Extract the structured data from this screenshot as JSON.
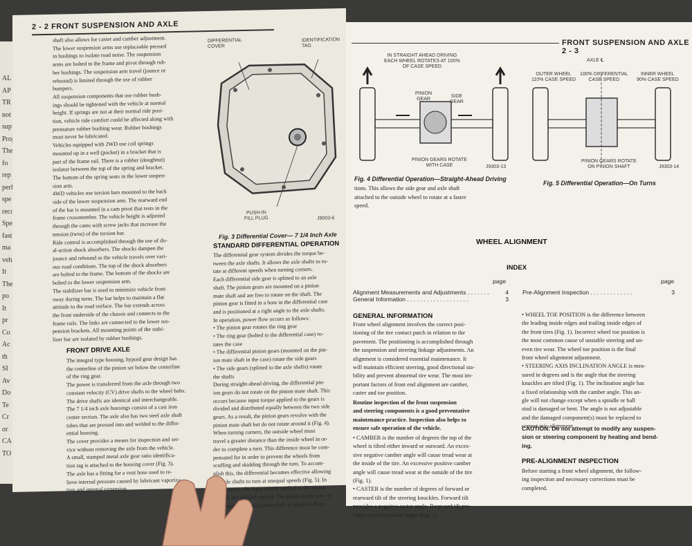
{
  "left_page": {
    "header": "2 - 2   FRONT SUSPENSION AND AXLE",
    "col1_a": "shaft also allows for caster and camber adjustment.\nThe lower suspension arms use replaceable pressed\nin bushings to isolate road noise. The suspension\narms are bolted to the frame and pivot through rub-\nber bushings. The suspension arm travel (jounce or\nrebound) is limited through the use of rubber\nbumpers.\n   All suspension components that use rubber bush-\nings should be tightened with the vehicle at normal\nheight. If springs are not at their normal ride posi-\ntion, vehicle ride comfort could be affected along with\npremature rubber bushing wear. Rubber bushings\nmust never be lubricated.\n   Vehicles equipped with 2WD use coil springs\nmounted up in a well (pocket) in a bracket that is\npart of the frame rail. There is a rubber (doughnut)\nisolator between the top of the spring and bracket.\nThe bottom of the spring seats in the lower suspen-\nsion arm.\n   4WD vehicles use torsion bars mounted to the back\nside of the lower suspension arm. The rearward end\nof the bar is mounted in a cam pivot that rests in the\nframe crossmember. The vehicle height is adjusted\nthrough the cams with screw jacks that increase the\ntension (twist) of the torsion bar.\n   Ride control is accomplished through the use of du-\nal-action shock absorbers. The shocks dampen the\njounce and rebound as the vehicle travels over vari-\nous road conditions. The top of the shock absorbers\nare bolted to the frame. The bottom of the shocks are\nbolted to the lower suspension arm.\n   The stabilizer bar is used to minimize vehicle from\nsway during turns. The bar helps to maintain a flat\nattitude to the road surface. The bar extends across\nthe front underside of the chassis and connects to the\nframe rails. The links are connected to the lower sus-\npension brackets. All mounting points of the stabi-\nlizer bar are isolated by rubber bushings.",
    "front_drive_head": "FRONT DRIVE AXLE",
    "col1_b": "   The integral type housing, hypoid gear design has\nthe centerline of the pinion set below the centerline\nof the ring gear.\n   The power is transferred from the axle through two\nconstant velocity (CV) drive shafts to the wheel hubs.\nThe drive shafts are identical and interchangeable.\n   The 7 1/4 inch axle housings consist of a cast iron\ncenter section. The axle also has two steel axle shaft\ntubes that are pressed into and welded to the differ-\nential housing.\n   The cover provides a means for inspection and ser-\nvice without removing the axle from the vehicle.\n   A small, stamped metal axle gear ratio identifica-\ntion tag is attached to the housing cover (Fig. 3).\n   The axle has a fitting for a vent hose used to re-\nlieve internal pressure caused by lubricant vaporiza-\ntion and internal expansion.",
    "fig3_labels": {
      "cover": "DIFFERENTIAL\nCOVER",
      "tag": "IDENTIFICATION\nTAG",
      "plug": "PUSH-IN\nFILL PLUG",
      "code": "J9003-6"
    },
    "fig3_caption": "Fig. 3 Differential Cover— 7 1/4 Inch Axle",
    "std_diff_head": "STANDARD DIFFERENTIAL OPERATION",
    "col2": "   The differential gear system divides the torque be-\ntween the axle shafts. It allows the axle shafts to ro-\ntate at different speeds when turning corners.\n   Each differential side gear is splined to an axle\nshaft. The pinion gears are mounted on a pinion\nmate shaft and are free to rotate on the shaft. The\npinion gear is fitted in a bore in the differential case\nand is positioned at a right angle to the axle shafts.\n   In operation, power flow occurs as follows:\n• The pinion gear rotates the ring gear\n• The ring gear (bolted to the differential case) ro-\ntates the case\n• The differential pinion gears (mounted on the pin-\nion mate shaft in the case) rotate the side gears\n• The side gears (splined to the axle shafts) rotate\nthe shafts\n   During straight-ahead driving, the differential pin-\nion gears do not rotate on the pinion mate shaft. This\noccurs because input torque applied to the gears is\ndivided and distributed equally between the two side\ngears. As a result, the pinion gears revolve with the\npinion mate shaft but do not rotate around it (Fig. 4).\n   When turning corners, the outside wheel must\ntravel a greater distance than the inside wheel in or-\nder to complete a turn. This difference must be com-\npensated for in order to prevent the wheels from\nscuffing and skidding through the turn. To accom-\nplish this, the differential becomes effective allowing\nthe axle shafts to turn at unequal speeds (Fig. 5). In\nthis instance, the input torque applied to the pinion\ngears is not divided equally. The pinion gears now ro-\ntate around the pinion mate shaft in opposite direc-"
  },
  "right_page": {
    "header": "FRONT SUSPENSION AND AXLE   2 - 3",
    "fig4_labels": {
      "top": "IN STRAIGHT AHEAD DRIVING\nEACH WHEEL ROTATES AT 100%\nOF CASE SPEED",
      "pinion": "PINION\nGEAR",
      "side": "SIDE\nGEAR",
      "bottom": "PINION GEARS ROTATE\nWITH CASE",
      "code": "J9303-13"
    },
    "fig4_caption": "Fig. 4 Differential Operation—Straight-Ahead Driving",
    "fig5_labels": {
      "axle": "AXLE ℄",
      "outer": "OUTER WHEEL\n110% CASE SPEED",
      "diff": "100% DIFFERENTIAL\nCASE SPEED",
      "inner": "INNER WHEEL\n90% CASE SPEED",
      "bottom": "PINION GEARS ROTATE\nON PINION SHAFT",
      "code": "J9303-14"
    },
    "fig5_caption": "Fig. 5 Differential Operation—On Turns",
    "cont_text": "tions. This allows the side gear and axle shaft\nattached to the outside wheel to rotate at a faster\nspeed.",
    "section_title": "WHEEL ALIGNMENT",
    "index_title": "INDEX",
    "index_page_label": "page",
    "index_items": [
      {
        "label": "Alignment Measurements and Adjustments",
        "page": "4"
      },
      {
        "label": "General Information",
        "page": "3"
      },
      {
        "label": "Pre-Alignment Inspection",
        "page": "3"
      }
    ],
    "general_head": "GENERAL INFORMATION",
    "general_text": "   Front wheel alignment involves the correct posi-\ntioning of the tire contact patch in relation to the\npavement. The positioning is accomplished through\nthe suspension and steering linkage adjustments. An\nalignment is considered essential maintenance. It\nwill maintain efficient steering, good directional sta-\nbility and prevent abnormal tire wear. The most im-\nportant factors of front end alignment are camber,\ncaster and toe position.",
    "routine_bold": "   Routine inspection of the front suspension\nand steering components is a good preventative\nmaintenance practice. Inspection also helps to\nensure safe operation of the vehicle.",
    "camber_text": "• CAMBER is the number of degrees the top of the\nwheel is tilted either inward or outward. An exces-\nsive negative camber angle will cause tread wear at\nthe inside of the tire. An excessive positive camber\nangle will cause tread wear at the outside of the tire\n(Fig. 1).\n• CASTER is the number of degrees of forward or\nrearward tilt of the steering knuckles. Forward tilt\nprovides a negative caster angle. Rearward tilt pro-\nvides a positive caster angle (Fig. 1).",
    "toe_text": "• WHEEL TOE POSITION is the difference between\nthe leading inside edges and trailing inside edges of\nthe front tires (Fig. 1). Incorrect wheel toe position is\nthe most common cause of unstable steering and un-\neven tire wear. The wheel toe position is the final\nfront wheel alignment adjustment.\n• STEERING AXIS INCLINATION ANGLE is mea-\nsured in degrees and is the angle that the steering\nknuckles are tilted (Fig. 1). The inclination angle has\na fixed relationship with the camber angle. This an-\ngle will not change except when a spindle or ball\nstud is damaged or bent. The angle is not adjustable\nand the damaged component(s) must be replaced to\ncorrect mis-alignment.",
    "caution_text": "CAUTION: Do not attempt to modify any suspen-\nsion or steering component by heating and bend-\ning.",
    "pre_head": "PRE-ALIGNMENT INSPECTION",
    "pre_text": "   Before starting a front wheel alignment, the follow-\ning inspection and necessary corrections must be\ncompleted."
  },
  "back_page_fragments": [
    "AL",
    "AP",
    "TR",
    "not",
    "sup",
    "Prop",
    "The",
    "fo",
    "rep",
    "perf",
    "spe",
    "reco",
    "Spe",
    "fast",
    "ma",
    "vehi",
    "It",
    "The",
    "po",
    "It",
    "pr",
    "Co",
    "Ac",
    "th",
    "SI",
    "Av",
    "Do",
    "Te",
    "Cr",
    "or",
    "CA",
    "TO"
  ]
}
